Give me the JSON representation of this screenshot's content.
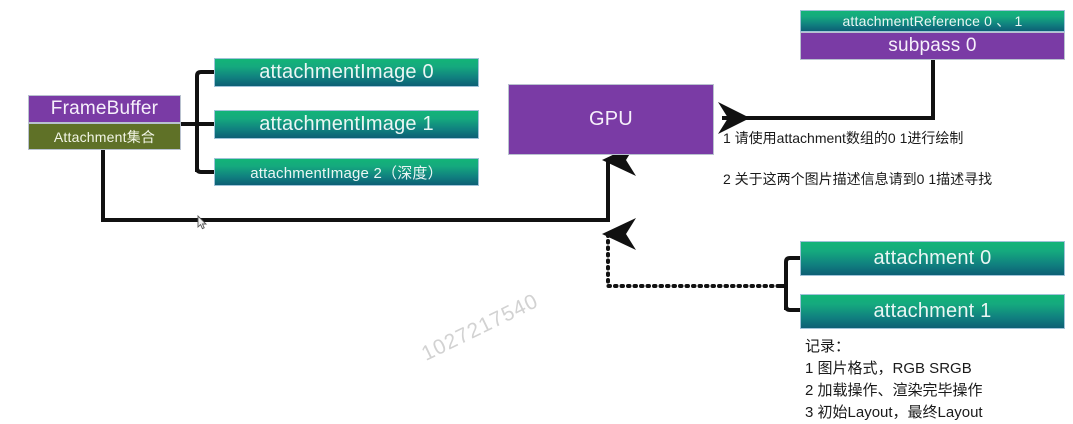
{
  "diagram": {
    "title": "Vulkan FrameBuffer / RenderPass attachment diagram",
    "background": "#ffffff",
    "watermark": "1027217540",
    "colors": {
      "green_top": "#12b477",
      "green_bottom": "#0d5f75",
      "purple": "#7a3ba5",
      "olive": "#5f7127",
      "line": "#111111",
      "text_dark": "#1a1a1a",
      "text_light": "#ffffff",
      "watermark": "#d2d2d2"
    }
  },
  "framebuffer": {
    "title": "FrameBuffer",
    "subtitle": "Attachment集合"
  },
  "attachment_images": [
    {
      "label": "attachmentImage 0"
    },
    {
      "label": "attachmentImage 1"
    },
    {
      "label": "attachmentImage 2（深度）"
    }
  ],
  "gpu": {
    "label": "GPU"
  },
  "subpass": {
    "reference_label": "attachmentReference 0 、 1",
    "label": "subpass 0"
  },
  "gpu_notes": [
    "1 请使用attachment数组的0 1进行绘制",
    "2 关于这两个图片描述信息请到0 1描述寻找"
  ],
  "attachments": [
    {
      "label": "attachment 0"
    },
    {
      "label": "attachment 1"
    }
  ],
  "record_note": {
    "heading": "记录：",
    "lines": [
      "1 图片格式，RGB SRGB",
      "2 加载操作、渲染完毕操作",
      "3 初始Layout，最终Layout"
    ]
  }
}
